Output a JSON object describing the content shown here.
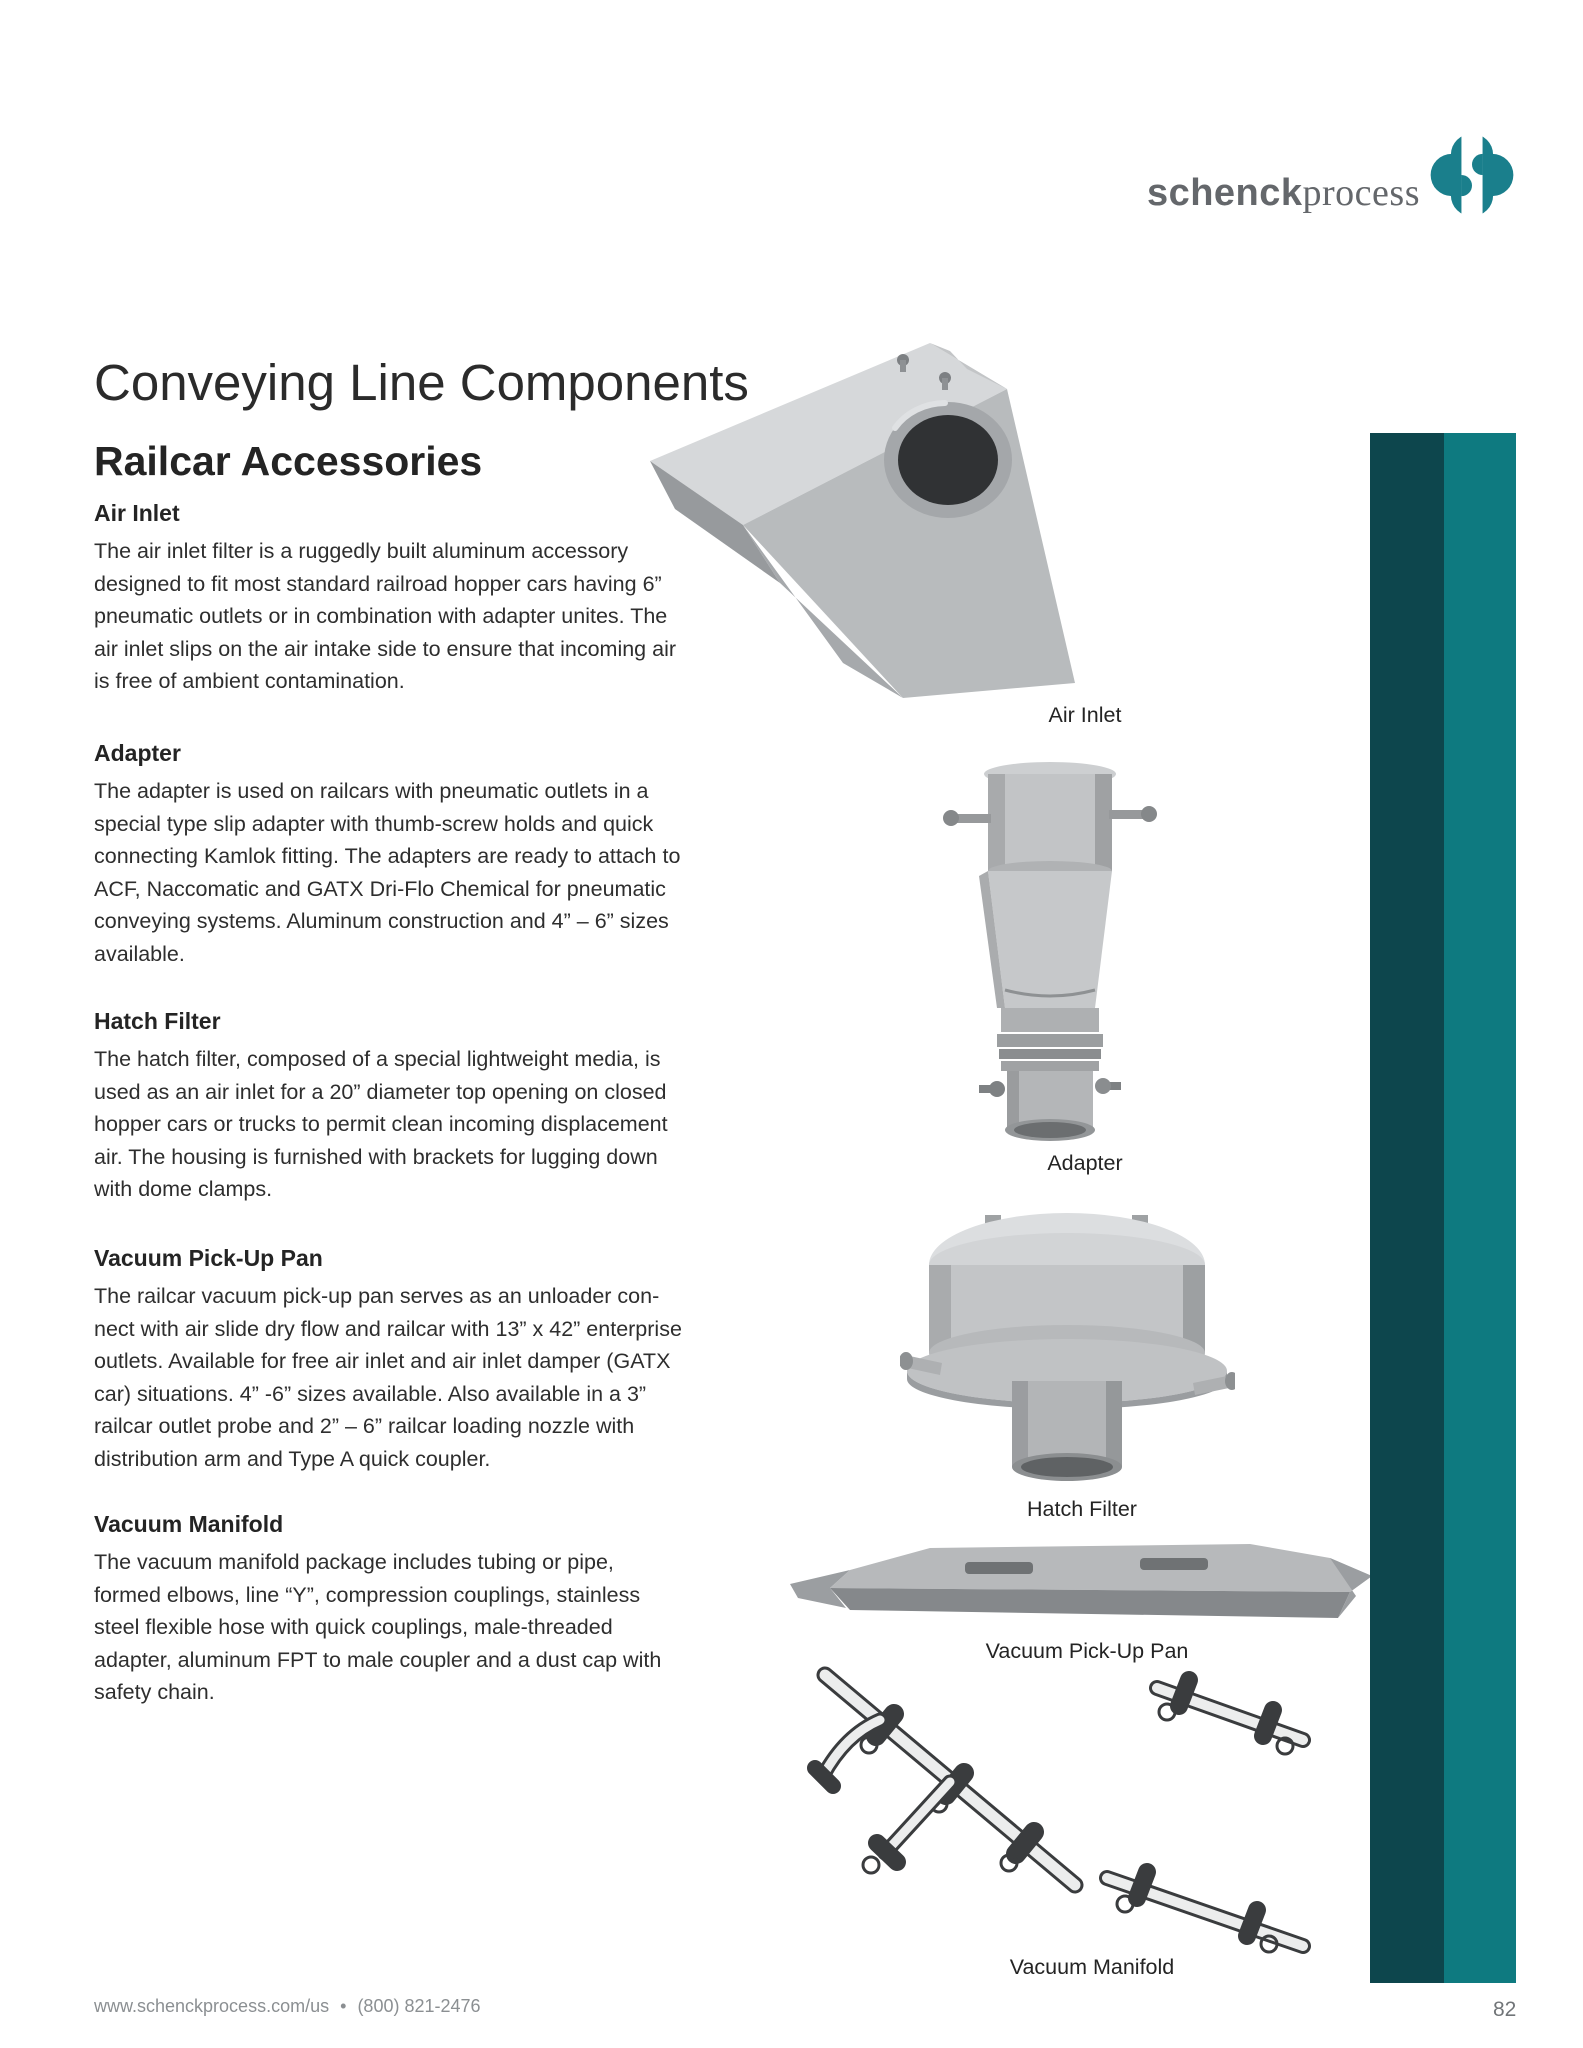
{
  "page": {
    "title": "Conveying Line Components",
    "subtitle": "Railcar Accessories"
  },
  "logo": {
    "brand_bold": "schenck",
    "brand_light": "process",
    "mark_icon": "schenck-clover-s-icon"
  },
  "sections": [
    {
      "heading": "Air Inlet",
      "body": "The air inlet filter is a ruggedly built aluminum accessory\ndesigned to fit most standard railroad hopper cars having 6”\npneumatic outlets or in combination with adapter unites. The\nair inlet slips on the air intake side to ensure that incoming air\nis free of ambient contamination."
    },
    {
      "heading": "Adapter",
      "body": "The adapter is used on railcars with pneumatic outlets in a\nspecial type slip adapter with thumb-screw holds and quick\nconnecting Kamlok fitting. The adapters are ready to attach to\nACF, Naccomatic and GATX Dri-Flo Chemical for pneumatic\nconveying systems. Aluminum construction and 4” – 6” sizes\navailable."
    },
    {
      "heading": "Hatch Filter",
      "body": "The hatch filter, composed of a special lightweight media, is\nused as an air inlet for a 20” diameter top opening on closed\nhopper cars or trucks to permit clean incoming displacement\nair. The housing is furnished with brackets for lugging down\nwith dome clamps."
    },
    {
      "heading": "Vacuum Pick-Up Pan",
      "body": "The railcar vacuum pick-up pan serves as an unloader con-\nnect with air slide dry flow and railcar with 13” x 42” enterprise\noutlets. Available for free air inlet and air inlet damper (GATX\ncar) situations. 4” -6” sizes available. Also available in a 3”\nrailcar outlet probe and 2” – 6” railcar loading nozzle with\ndistribution arm and Type A quick coupler."
    },
    {
      "heading": "Vacuum Manifold",
      "body": "The vacuum manifold package includes tubing or pipe,\nformed elbows, line “Y”, compression couplings, stainless\nsteel flexible hose with quick couplings, male-threaded\nadapter, aluminum FPT to male coupler and a dust cap with\nsafety chain."
    }
  ],
  "figures": [
    {
      "caption": "Air Inlet"
    },
    {
      "caption": "Adapter"
    },
    {
      "caption": "Hatch Filter"
    },
    {
      "caption": "Vacuum Pick-Up Pan"
    },
    {
      "caption": "Vacuum Manifold"
    }
  ],
  "footer": {
    "website": "www.schenckprocess.com/us",
    "separator": "•",
    "phone": "(800) 821-2476",
    "page_number": "82"
  },
  "colors": {
    "accent_dark_teal": "#0d464d",
    "accent_teal": "#0e7a80",
    "logo_teal": "#1a7f8c",
    "body_text": "#2b2b2b",
    "footer_gray": "#8b8f92"
  }
}
